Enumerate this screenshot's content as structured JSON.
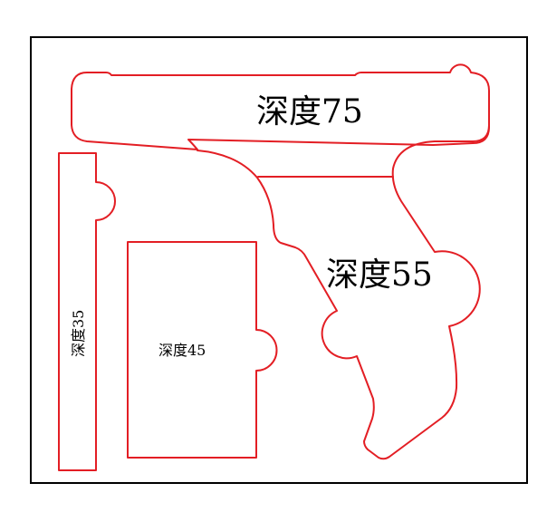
{
  "diagram": {
    "type": "foam-insert-cutout-layout",
    "frame_color": "#000000",
    "cut_color": "#e31e24",
    "regions": [
      {
        "id": "depth-75",
        "label": "深度75",
        "depth": 75
      },
      {
        "id": "depth-55",
        "label": "深度55",
        "depth": 55
      },
      {
        "id": "depth-45",
        "label": "深度45",
        "depth": 45
      },
      {
        "id": "depth-35",
        "label": "深度35",
        "depth": 35
      }
    ]
  }
}
